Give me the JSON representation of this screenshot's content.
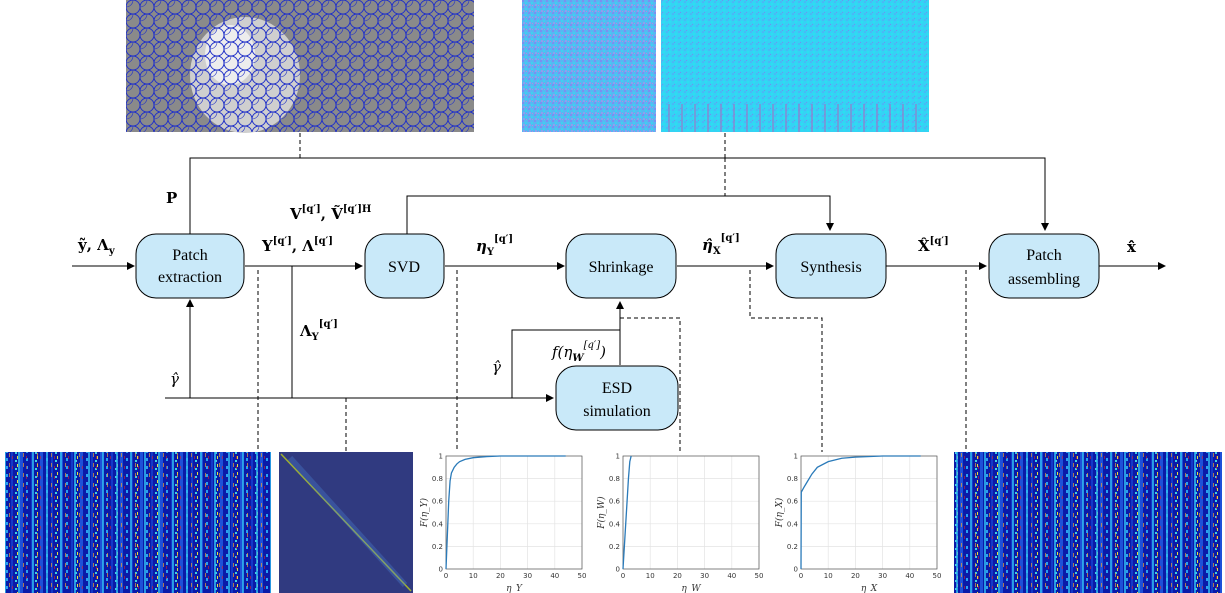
{
  "nodes": {
    "patch_extraction": [
      "Patch",
      "extraction"
    ],
    "svd": "SVD",
    "shrinkage": "Shrinkage",
    "synthesis": "Synthesis",
    "patch_assembling": [
      "Patch",
      "assembling"
    ],
    "esd_simulation": [
      "ESD",
      "simulation"
    ]
  },
  "edge_labels": {
    "input": "ỹ, Λ",
    "input_sub": "y",
    "p": "P",
    "y_lambda": "Y",
    "y_lambda_sup": "[q′]",
    "lambda_y": "Λ",
    "lambda_y_sub": "Y",
    "lambda_y_sup": "[q′]",
    "v_vh": "V",
    "v_vh_sup": "[q′]",
    "v_tilde_h": "Ṽ",
    "v_tilde_h_sup": "[q′]H",
    "eta_y": "η",
    "eta_y_sub": "Y",
    "eta_y_sup": "[q′]",
    "eta_hat_x": "η̂",
    "eta_hat_x_sub": "X",
    "eta_hat_x_sup": "[q′]",
    "x_hat": "X̂",
    "x_hat_sup": "[q′]",
    "output": "x̂̂",
    "gamma_hat_1": "γ̂",
    "gamma_hat_2": "γ̂",
    "f_eta_w": "f(η",
    "f_eta_w_sub": "W",
    "f_eta_w_sup": "[q′]",
    "f_eta_w_close": ")"
  },
  "colors": {
    "node_fill": "#c9e9f9",
    "node_stroke": "#000000",
    "cdf_line": "#2a7ab9",
    "heatmap_bg": "#10209a",
    "patch_grid": "#2030c8"
  },
  "chart_data": [
    {
      "type": "line",
      "xlabel": "η_Y",
      "ylabel": "F(η_Y)",
      "xlim": [
        0,
        50
      ],
      "ylim": [
        0,
        1
      ],
      "xticks": [
        "0",
        "10",
        "20",
        "30",
        "40",
        "50"
      ],
      "yticks": [
        "0",
        "0.2",
        "0.4",
        "0.6",
        "0.8",
        "1"
      ],
      "x": [
        0,
        0.5,
        1,
        1.5,
        2,
        3,
        4,
        5,
        7,
        10,
        15,
        20,
        30,
        44
      ],
      "y": [
        0,
        0.3,
        0.6,
        0.78,
        0.85,
        0.9,
        0.93,
        0.95,
        0.97,
        0.985,
        0.995,
        1,
        1,
        1
      ]
    },
    {
      "type": "line",
      "xlabel": "η_W",
      "ylabel": "F(η_W)",
      "xlim": [
        0,
        50
      ],
      "ylim": [
        0,
        1
      ],
      "xticks": [
        "0",
        "10",
        "20",
        "30",
        "40",
        "50"
      ],
      "yticks": [
        "0",
        "0.2",
        "0.4",
        "0.6",
        "0.8",
        "1"
      ],
      "x": [
        0,
        0.5,
        1,
        1.5,
        2,
        2.5,
        3
      ],
      "y": [
        0,
        0.2,
        0.4,
        0.6,
        0.8,
        0.95,
        1
      ]
    },
    {
      "type": "line",
      "xlabel": "η_X",
      "ylabel": "F(η_X)",
      "xlim": [
        0,
        50
      ],
      "ylim": [
        0,
        1
      ],
      "xticks": [
        "0",
        "10",
        "20",
        "30",
        "40",
        "50"
      ],
      "yticks": [
        "0",
        "0.2",
        "0.4",
        "0.6",
        "0.8",
        "1"
      ],
      "x": [
        0,
        0.1,
        1,
        2,
        4,
        6,
        10,
        15,
        20,
        30,
        44
      ],
      "y": [
        0,
        0.68,
        0.72,
        0.76,
        0.84,
        0.9,
        0.95,
        0.98,
        0.99,
        1,
        1
      ]
    }
  ]
}
